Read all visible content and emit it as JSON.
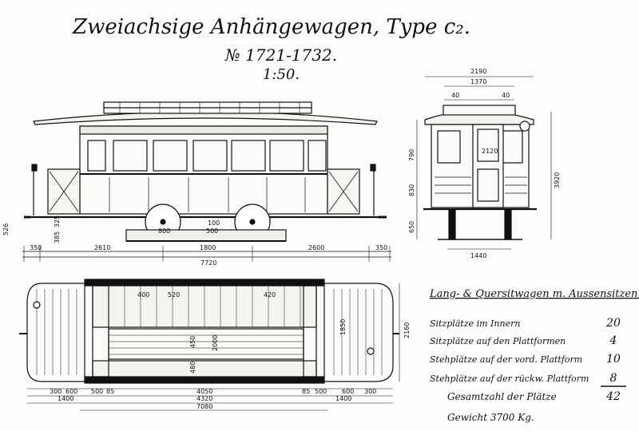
{
  "title": {
    "line1": "Zweiachsige Anhängewagen, Type c₂.",
    "line2": "№ 1721-1732.",
    "scale": "1:50."
  },
  "side_view": {
    "dims": {
      "total": "7720",
      "left_end": "350",
      "left_platform": "2610",
      "wheelbase": "1800",
      "right_platform": "2600",
      "right_end": "350",
      "wheel": "800",
      "wheel_hub": "500",
      "height_left": "526",
      "step_325": "325",
      "step_385": "385",
      "bogie": "100"
    }
  },
  "end_view": {
    "dims": {
      "top_width": "2190",
      "inner_width": "1370",
      "left_40": "40",
      "right_40": "40",
      "door_height": "2120",
      "total_height": "3920",
      "section_1": "790",
      "section_2": "830",
      "section_3": "650",
      "bottom_width": "1440"
    }
  },
  "plan_view": {
    "dims": {
      "bottom_left": "300",
      "plat_left": "600",
      "left_1400": "1400",
      "seg_500": "500",
      "seg_85": "85",
      "center": "4050",
      "center_total": "4320",
      "seg_85_r": "85",
      "seg_500_r": "500",
      "plat_right": "600",
      "bottom_right": "300",
      "right_1400": "1400",
      "overall": "7080",
      "width_right": "1850",
      "width_outer": "2160",
      "seat_2000": "2000",
      "seat_450": "450",
      "bench": "480",
      "seat_400": "400",
      "seat_520": "520",
      "seat_420": "420"
    }
  },
  "table": {
    "heading": "Lang- & Quersitwagen m. Aussensitzen.",
    "rows": [
      {
        "label": "Sitzplätze im Innern",
        "value": "20"
      },
      {
        "label": "Sitzplätze auf den Plattformen",
        "value": "4"
      },
      {
        "label": "Stehplätze auf der vord. Plattform",
        "value": "10"
      },
      {
        "label": "Stehplätze auf der rückw. Plattform",
        "value": "8"
      }
    ],
    "total_label": "Gesamtzahl der Plätze",
    "total_value": "42",
    "weight": "Gewicht 3700 Kg."
  }
}
